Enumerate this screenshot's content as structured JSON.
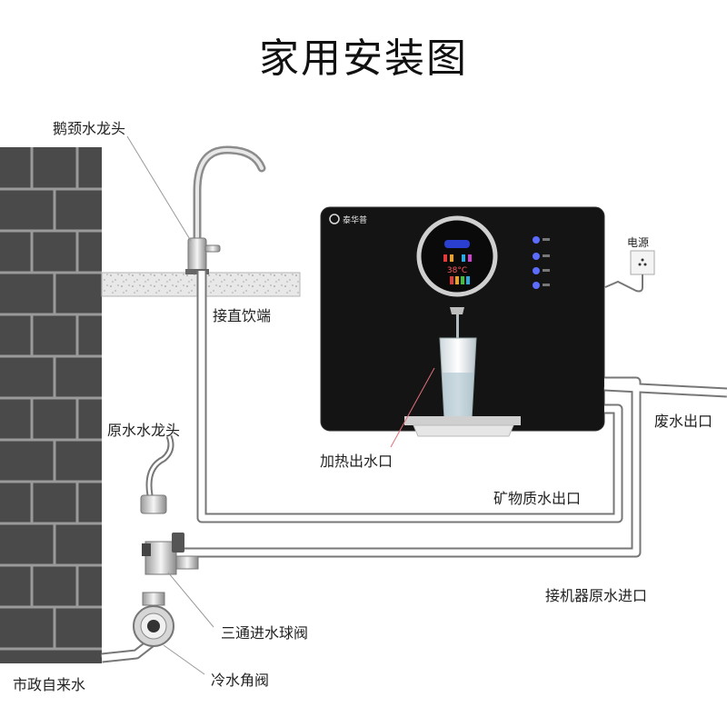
{
  "title": "家用安装图",
  "labels": {
    "gooseneck_faucet": "鹅颈水龙头",
    "direct_drink_port": "接直饮端",
    "raw_water_faucet": "原水水龙头",
    "hot_water_outlet": "加热出水口",
    "waste_water_outlet": "废水出口",
    "mineral_water_outlet": "矿物质水出口",
    "machine_raw_water_inlet": "接机器原水进口",
    "three_way_ball_valve": "三通进水球阀",
    "cold_water_angle_valve": "冷水角阀",
    "municipal_tap_water": "市政自来水",
    "power": "电源"
  },
  "device": {
    "brand": "泰华普",
    "temp_display": "38°C"
  }
}
